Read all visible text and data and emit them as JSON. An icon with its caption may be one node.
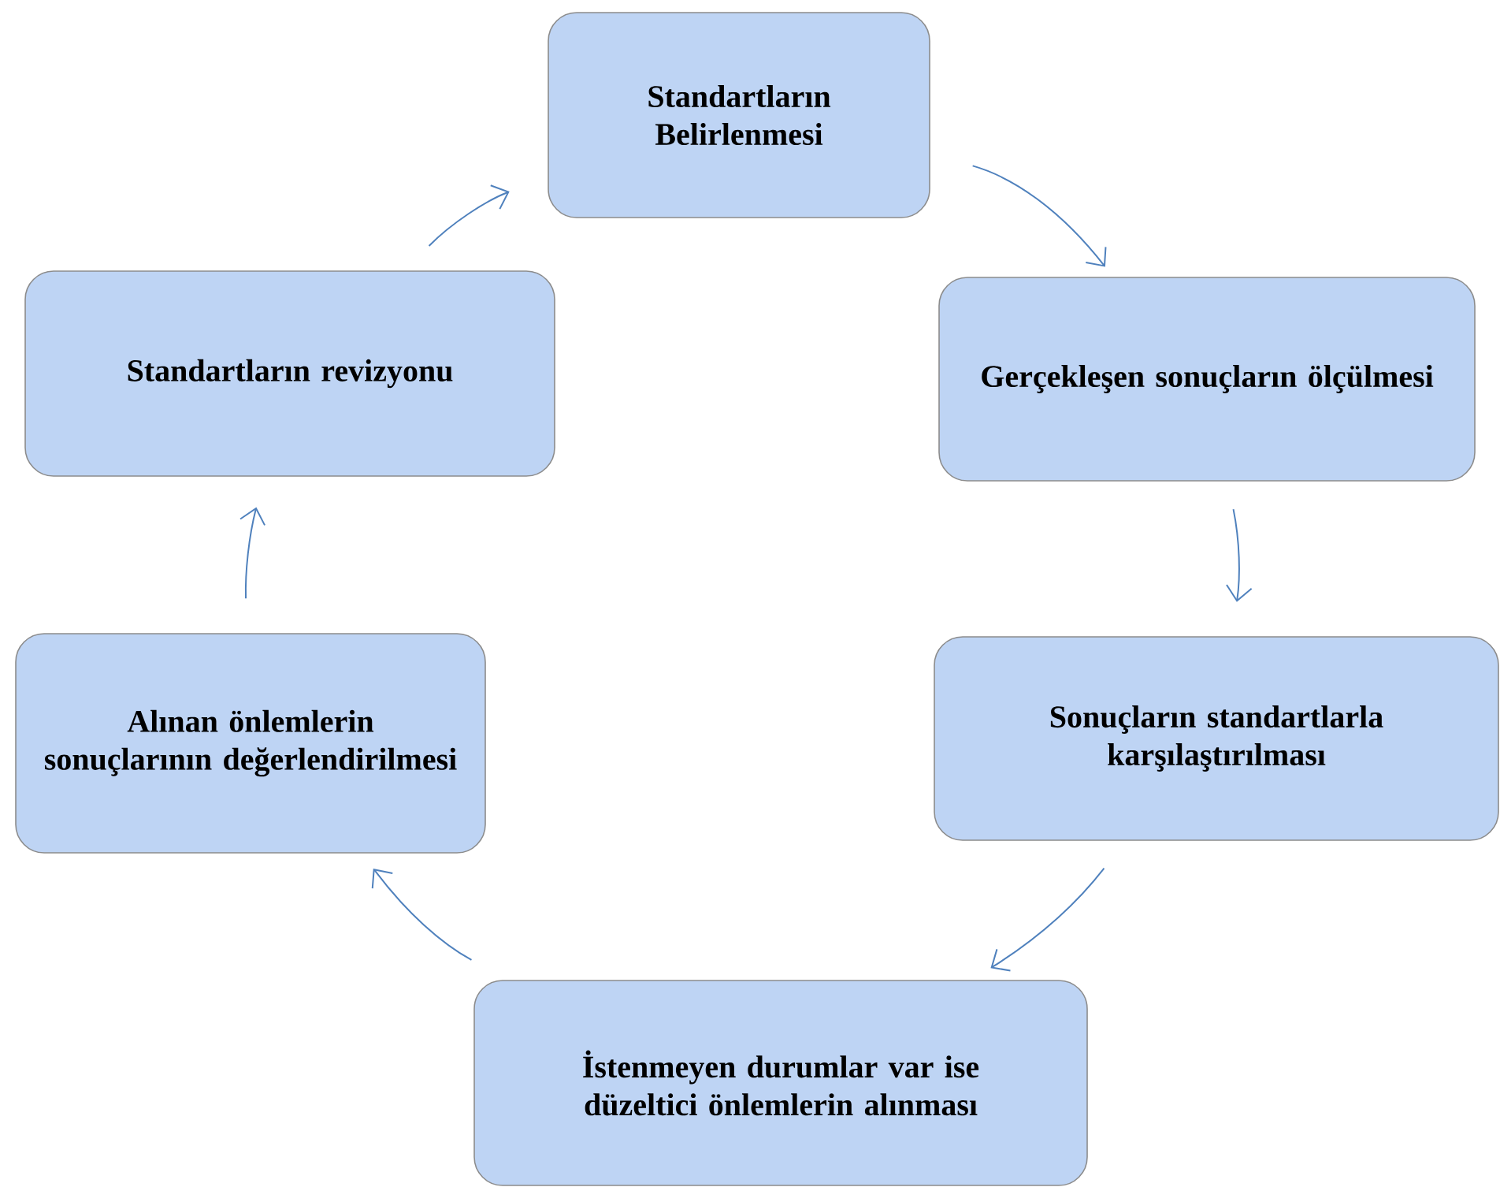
{
  "diagram": {
    "nodes": [
      {
        "text": [
          "Standartların Belirlenmesi"
        ]
      },
      {
        "text": [
          "Gerçekleşen sonuçların ölçülmesi"
        ]
      },
      {
        "text": [
          "Sonuçların standartlarla karşılaştırılması"
        ]
      },
      {
        "text": [
          "İstenmeyen durumlar var ise düzeltici önlemlerin alınması"
        ]
      },
      {
        "text": [
          "Alınan önlemlerin sonuçlarının değerlendirilmesi"
        ]
      },
      {
        "text": [
          "Standartların revizyonu"
        ]
      }
    ],
    "edges": [
      {
        "from": 0,
        "to": 1,
        "arrow": "to"
      },
      {
        "from": 1,
        "to": 2,
        "arrow": "to"
      },
      {
        "from": 2,
        "to": 3,
        "arrow": "to"
      },
      {
        "from": 3,
        "to": 4,
        "arrow": "to"
      },
      {
        "from": 4,
        "to": 5,
        "arrow": "to"
      },
      {
        "from": 5,
        "to": 0,
        "arrow": "to"
      }
    ]
  }
}
